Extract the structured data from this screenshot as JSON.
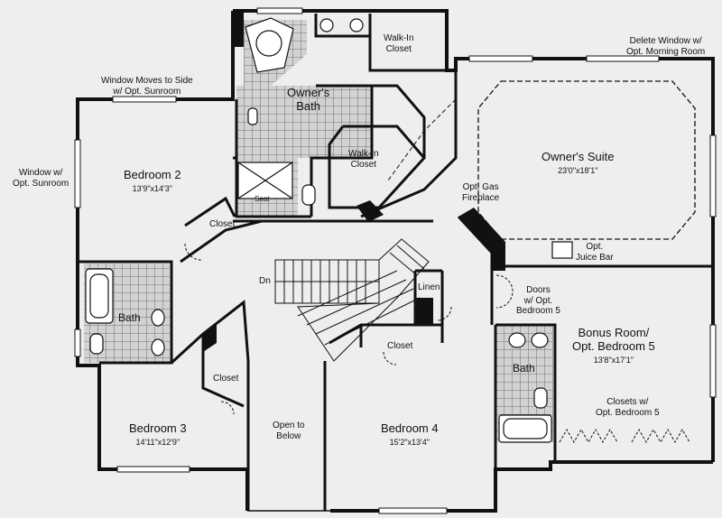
{
  "rooms": {
    "owners_bath": "Owner's\nBath",
    "walkin_top": "Walk-In\nCloset",
    "walkin_mid": "Walk-In\nCloset",
    "owners_suite": {
      "name": "Owner's Suite",
      "dim": "23'0\"x18'1\""
    },
    "bedroom2": {
      "name": "Bedroom 2",
      "dim": "13'9\"x14'3\""
    },
    "bedroom3": {
      "name": "Bedroom 3",
      "dim": "14'11\"x12'9\""
    },
    "bedroom4": {
      "name": "Bedroom 4",
      "dim": "15'2\"x13'4\""
    },
    "bonus": {
      "name": "Bonus Room/\nOpt. Bedroom 5",
      "dim": "13'8\"x17'1\""
    },
    "closet_b2": "Closet",
    "closet_b3": "Closet",
    "closet_b4": "Closet",
    "bath_left": "Bath",
    "bath_right": "Bath",
    "linen": "Linen",
    "open_below": "Open to\nBelow",
    "seat": "Seat",
    "dn": "Dn"
  },
  "notes": {
    "delete_window": "Delete Window w/\nOpt. Morning Room",
    "window_moves": "Window Moves to Side\nw/ Opt. Sunroom",
    "window_sunroom": "Window w/\nOpt. Sunroom",
    "gas_fireplace": "Opt. Gas\nFireplace",
    "juice_bar": "Opt.\nJuice Bar",
    "doors_opt": "Doors\nw/ Opt.\nBedroom 5",
    "closets_opt": "Closets w/\nOpt. Bedroom 5"
  }
}
